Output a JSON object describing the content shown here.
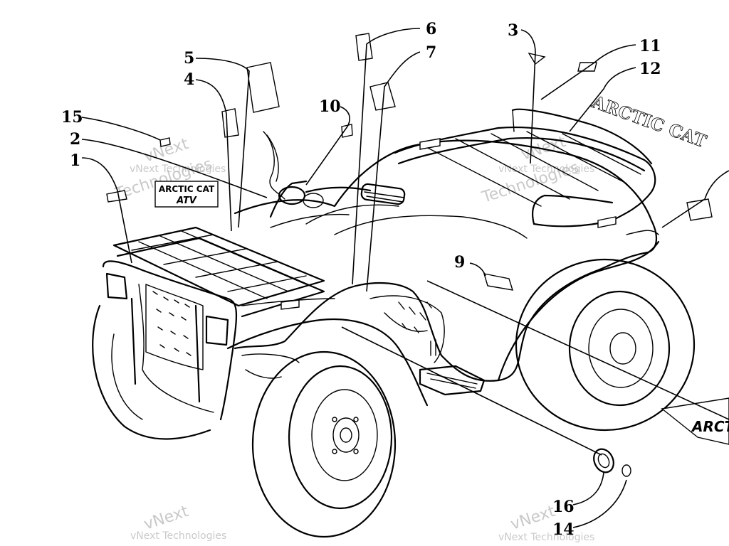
{
  "callouts": {
    "c1": "1",
    "c2": "2",
    "c3": "3",
    "c4": "4",
    "c5": "5",
    "c6": "6",
    "c7": "7",
    "c9": "9",
    "c10": "10",
    "c11": "11",
    "c12": "12",
    "c14": "14",
    "c15": "15",
    "c16": "16"
  },
  "decal_text": {
    "front_brand": "ARCTIC CAT",
    "front_atv": "ATV",
    "rear_brand": "ARCTIC CAT",
    "side_brand": "ARCTIC"
  },
  "watermark": {
    "brand": "vNext",
    "name": "vNext Technologies",
    "tech": "Technologies",
    "logies": "logies"
  }
}
